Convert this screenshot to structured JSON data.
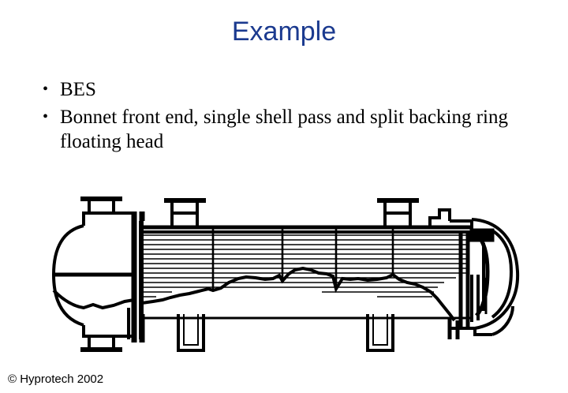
{
  "slide": {
    "title": "Example",
    "bullets": [
      {
        "marker": "•",
        "text": "BES"
      },
      {
        "marker": "•",
        "text": "Bonnet front end, single shell pass and split backing ring floating head"
      }
    ],
    "copyright": "© Hyprotech 2002",
    "colors": {
      "title": "#1b3a8f",
      "body_text": "#000000",
      "background": "#ffffff",
      "drawing_line": "#000000"
    }
  },
  "figure": {
    "name": "shell-and-tube-heat-exchanger-cutaway",
    "caption": "BES type shell and tube heat exchanger: bonnet front end, one shell pass, split backing ring floating head",
    "components": [
      "bonnet-front-head",
      "channel-nozzle-top",
      "channel-nozzle-bottom",
      "pass-partition-plate",
      "stationary-tubesheet",
      "shell-inlet-nozzle",
      "shell-outlet-nozzle",
      "shell-vent-nozzle",
      "tube-bundle",
      "baffles",
      "support-saddle-left",
      "support-saddle-right",
      "split-backing-ring",
      "floating-head-cover",
      "cutaway-break-line"
    ]
  }
}
